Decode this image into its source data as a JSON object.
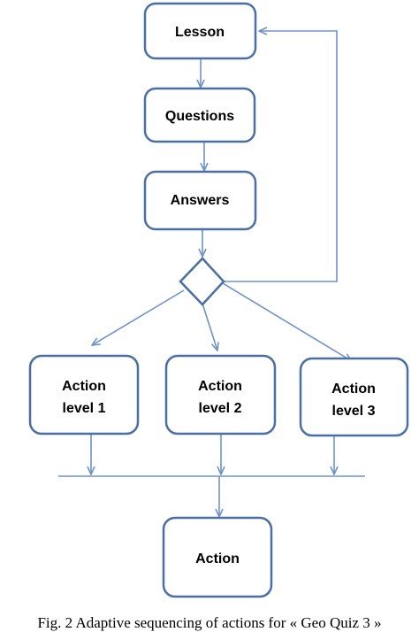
{
  "nodes": {
    "lesson": "Lesson",
    "questions": "Questions",
    "answers": "Answers",
    "action_level_1": [
      "Action",
      "level 1"
    ],
    "action_level_2": [
      "Action",
      "level 2"
    ],
    "action_level_3": [
      "Action",
      "level 3"
    ],
    "action": "Action"
  },
  "caption": "Fig. 2 Adaptive sequencing of actions for « Geo Quiz 3 »"
}
